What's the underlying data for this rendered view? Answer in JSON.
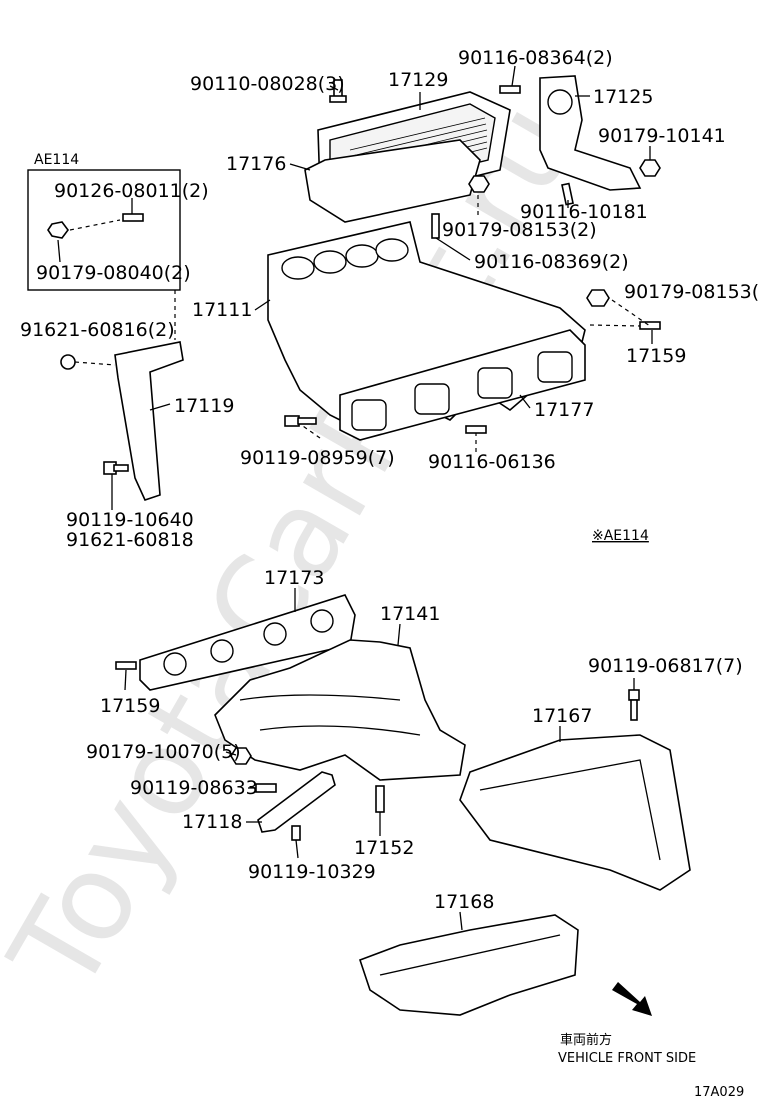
{
  "watermark": "ToyotaCarPart.ru",
  "labels": {
    "p90110_08028": "90110-08028(3)",
    "p17129": "17129",
    "p90116_08364": "90116-08364(2)",
    "p17125": "17125",
    "p17176": "17176",
    "p90179_10141": "90179-10141",
    "ae114_top": "AE114",
    "p90126_08011": "90126-08011(2)",
    "p90179_08040": "90179-08040(2)",
    "p90116_10181": "90116-10181",
    "p90179_08153_a": "90179-08153(2)",
    "p90116_08369": "90116-08369(2)",
    "p17111": "17111",
    "p90179_08153_b": "90179-08153(2",
    "p91621_60816": "91621-60816(2)",
    "p17159_top": "17159",
    "p17119": "17119",
    "p17177": "17177",
    "p90119_08959": "90119-08959(7)",
    "p90116_06136": "90116-06136",
    "p90119_10640": "90119-10640",
    "p91621_60818": "91621-60818",
    "ae114_mark": "※AE114",
    "p17173": "17173",
    "p17141": "17141",
    "p17159_bottom": "17159",
    "p90119_06817": "90119-06817(7)",
    "p17167": "17167",
    "p90179_10070": "90179-10070(5)",
    "p90119_08633": "90119-08633",
    "p17118": "17118",
    "p17152": "17152",
    "p90119_10329": "90119-10329",
    "p17168": "17168",
    "front_jp": "車両前方",
    "front_en": "VEHICLE FRONT SIDE",
    "fig_code": "17A029"
  }
}
